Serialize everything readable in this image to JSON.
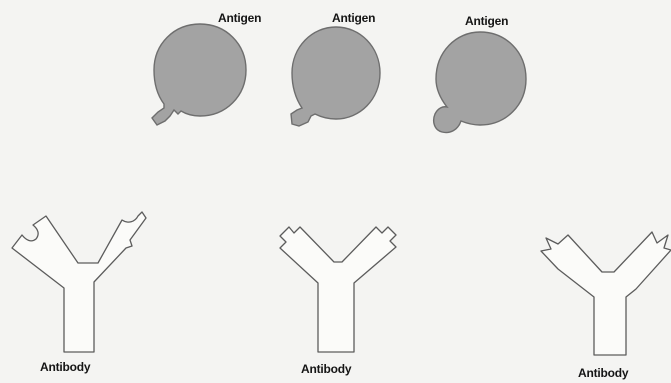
{
  "antigens": [
    {
      "label": "Antigen"
    },
    {
      "label": "Antigen"
    },
    {
      "label": "Antigen"
    }
  ],
  "antibodies": [
    {
      "label": "Antibody"
    },
    {
      "label": "Antibody"
    },
    {
      "label": "Antibody"
    }
  ],
  "colors": {
    "antigen_fill": "#a3a3a3",
    "antigen_outline": "#6e6e6e",
    "antibody_fill": "#fbfbf9",
    "antibody_outline": "#5c5c5c",
    "background": "#f4f4f2",
    "text": "#151515"
  }
}
